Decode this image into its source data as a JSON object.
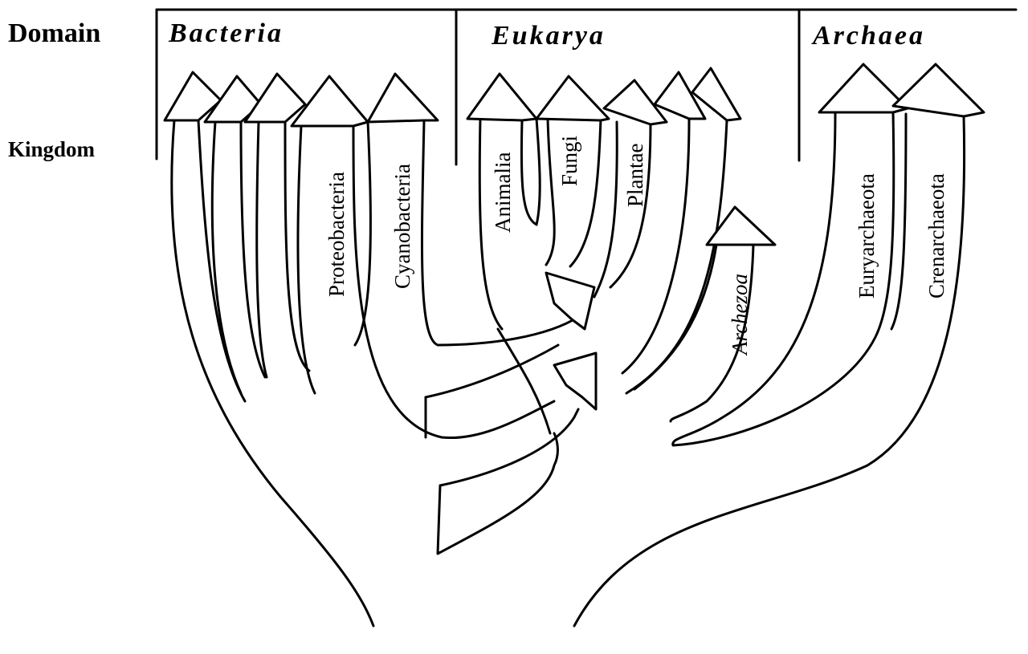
{
  "header": {
    "domain_label": "Domain",
    "kingdom_label": "Kingdom"
  },
  "domains": [
    {
      "name": "Bacteria",
      "kingdoms": [
        "Proteobacteria",
        "Cyanobacteria"
      ]
    },
    {
      "name": "Eukarya",
      "kingdoms": [
        "Animalia",
        "Fungi",
        "Plantae",
        "Archezoa"
      ]
    },
    {
      "name": "Archaea",
      "kingdoms": [
        "Euryarchaeota",
        "Crenarchaeota"
      ]
    }
  ]
}
